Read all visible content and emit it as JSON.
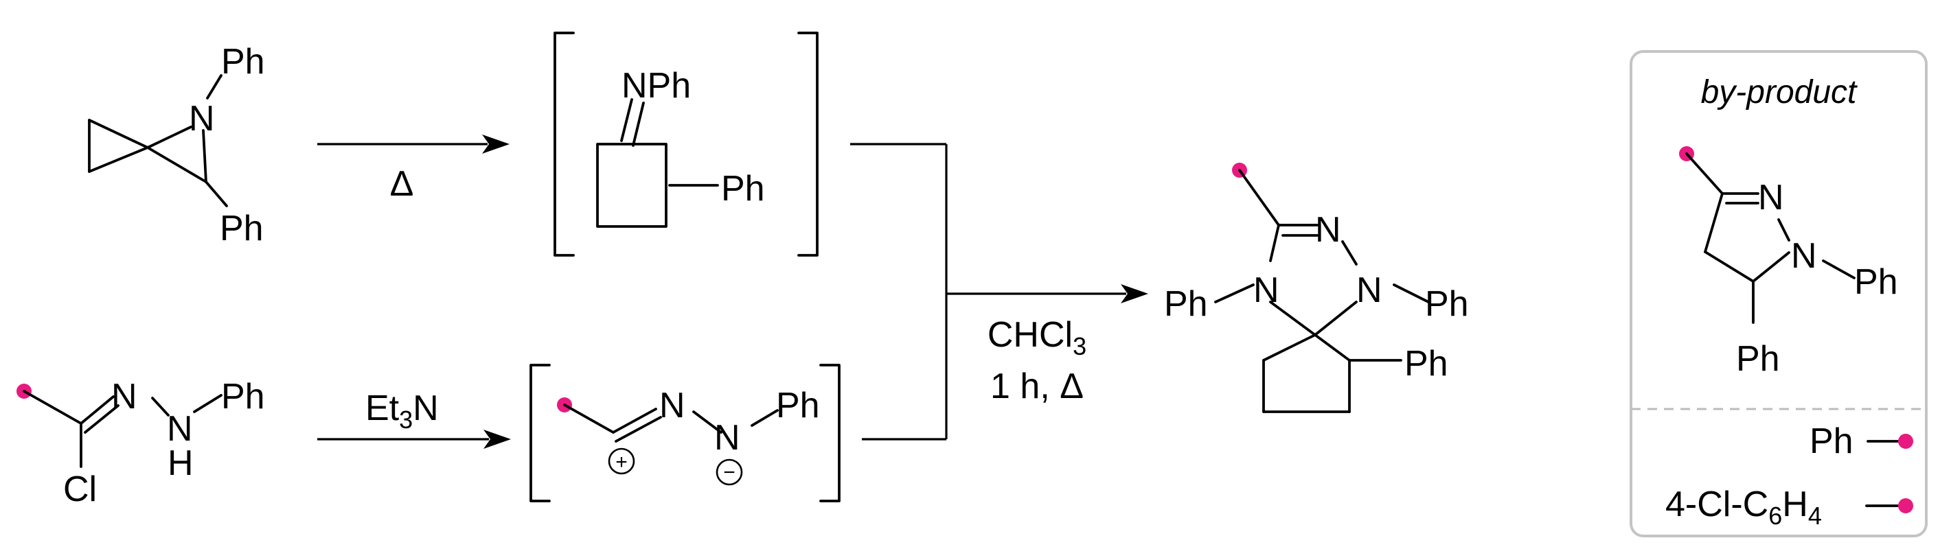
{
  "colors": {
    "substituent_dot": "#e8197f",
    "box_border": "#c4c4c4",
    "box_divider": "#bcbcbc"
  },
  "labels": {
    "ph": "Ph",
    "n": "N",
    "nph": "NPh",
    "h": "H",
    "cl": "Cl"
  },
  "conditions": {
    "heat": "Δ",
    "base": "Et",
    "base_sub": "3",
    "base_tail": "N",
    "solvent": "CHCl",
    "solvent_sub": "3",
    "time_temp": "1 h, Δ"
  },
  "byproduct_box": {
    "title": "by-product",
    "legend": [
      {
        "label": "Ph"
      },
      {
        "label_prefix": "4-Cl-C",
        "label_sub1": "6",
        "label_mid": "H",
        "label_sub2": "4"
      }
    ]
  },
  "charges": {
    "plus": "+",
    "minus": "−"
  }
}
